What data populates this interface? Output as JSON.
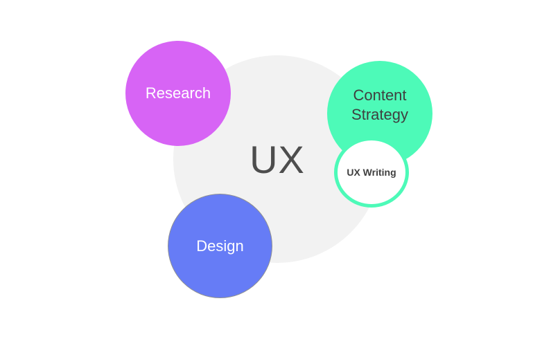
{
  "diagram": {
    "center": {
      "label": "UX",
      "color": "#f2f2f2"
    },
    "nodes": [
      {
        "id": "research",
        "label": "Research",
        "color": "#d764f5"
      },
      {
        "id": "content-strategy",
        "label": "Content\nStrategy",
        "color": "#4dfab8"
      },
      {
        "id": "ux-writing",
        "label": "UX Writing",
        "color": "#ffffff",
        "border_color": "#4dfab8"
      },
      {
        "id": "design",
        "label": "Design",
        "color": "#667cf6"
      }
    ]
  }
}
